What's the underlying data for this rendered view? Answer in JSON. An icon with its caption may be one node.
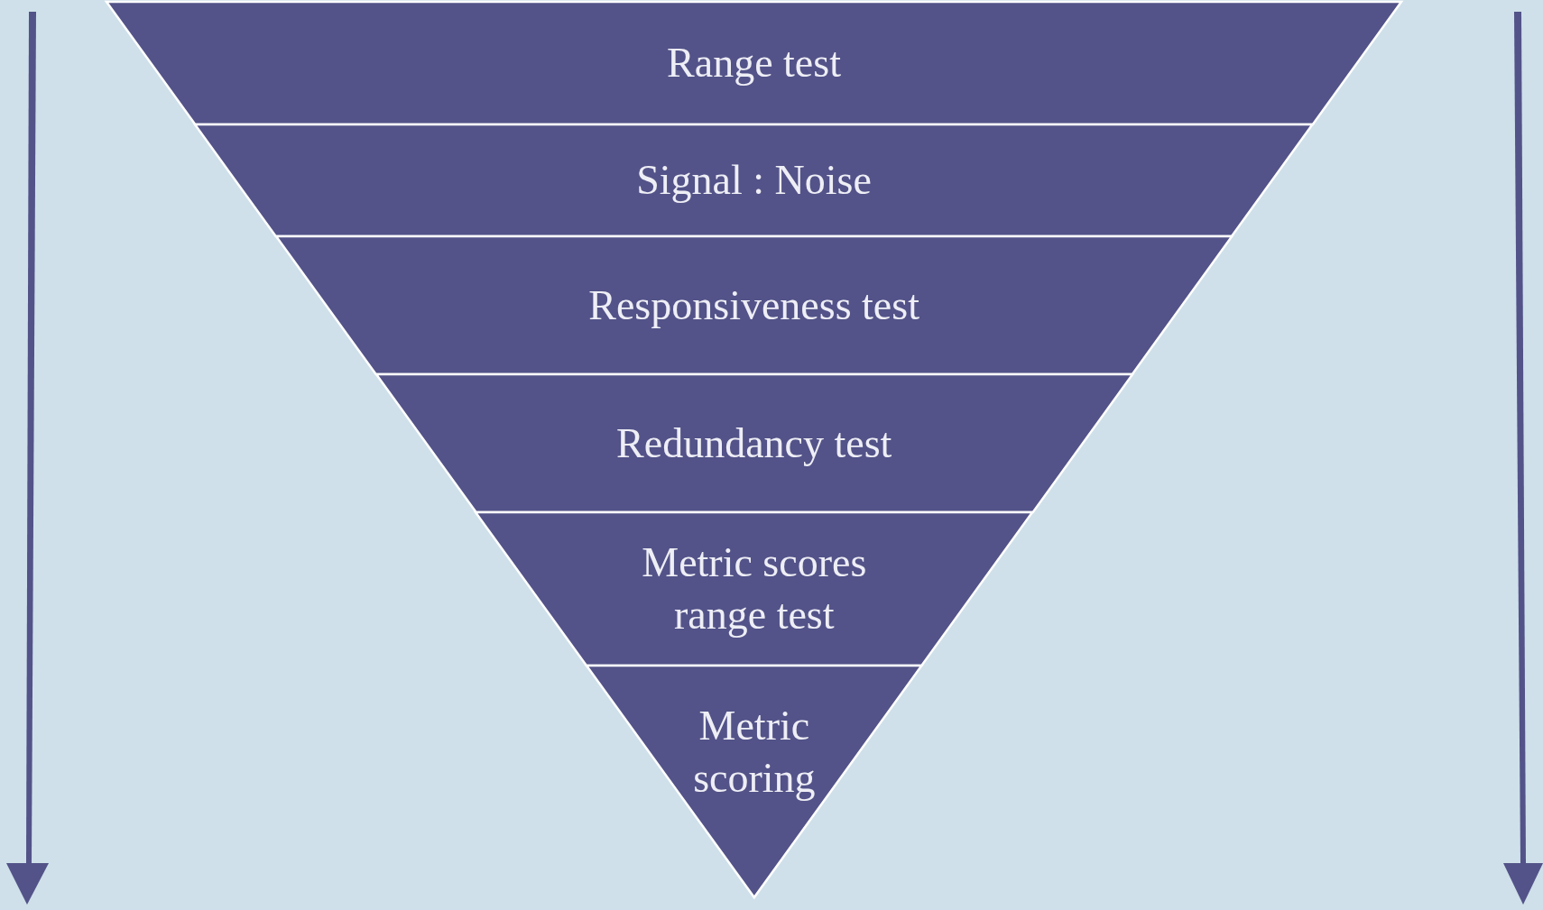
{
  "diagram": {
    "nodes": [
      {
        "text": [
          "Range test"
        ]
      },
      {
        "text": [
          "Signal : Noise"
        ]
      },
      {
        "text": [
          "Responsiveness test"
        ]
      },
      {
        "text": [
          "Redundancy test"
        ]
      },
      {
        "text": [
          "Metric scores range test"
        ]
      },
      {
        "text": [
          "Metric scoring"
        ]
      }
    ]
  }
}
